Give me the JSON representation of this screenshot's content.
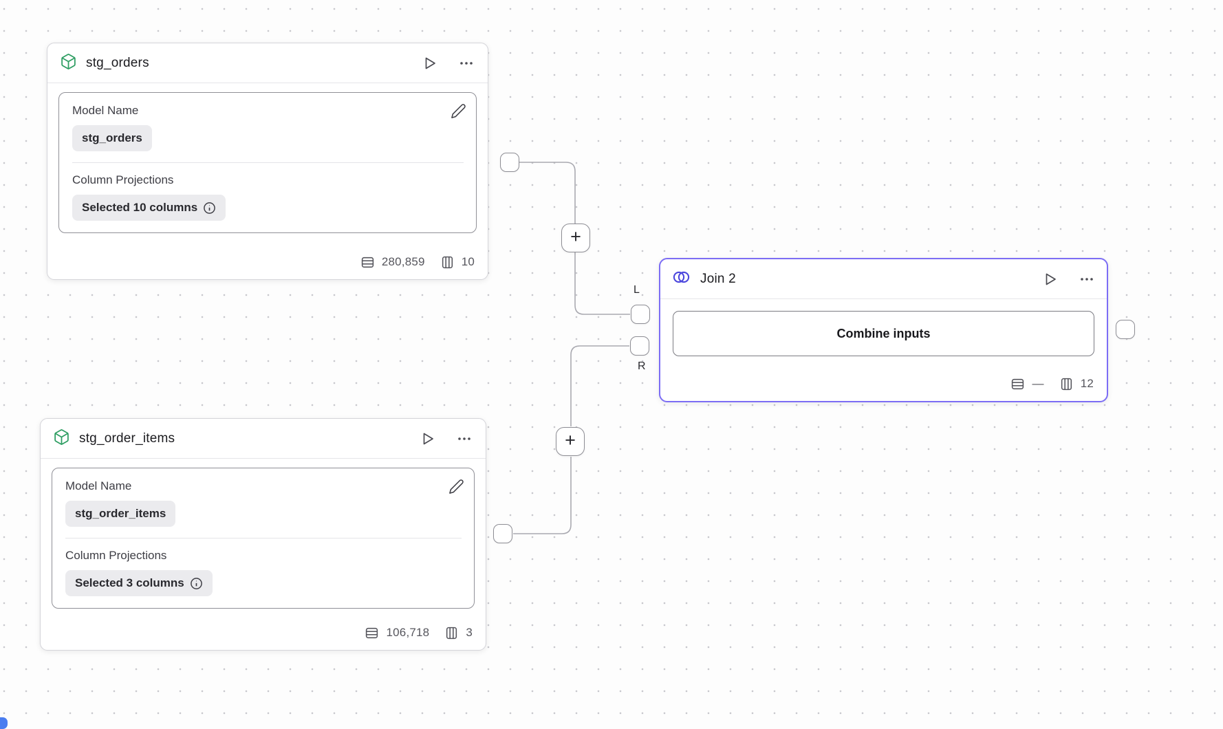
{
  "canvas": {
    "background": "#fdfdfd",
    "dot_color": "#c8c8cd",
    "wire_color": "#a9a9b0",
    "accent": "#7c6df5",
    "model_icon_color": "#2f9e63",
    "join_icon_color": "#4c47dd"
  },
  "nodes": {
    "stg_orders": {
      "title": "stg_orders",
      "fields": {
        "model_name_label": "Model Name",
        "model_name_value": "stg_orders",
        "projections_label": "Column Projections",
        "projections_value": "Selected 10 columns"
      },
      "stats": {
        "rows": "280,859",
        "columns": "10"
      }
    },
    "stg_order_items": {
      "title": "stg_order_items",
      "fields": {
        "model_name_label": "Model Name",
        "model_name_value": "stg_order_items",
        "projections_label": "Column Projections",
        "projections_value": "Selected 3 columns"
      },
      "stats": {
        "rows": "106,718",
        "columns": "3"
      }
    },
    "join_2": {
      "title": "Join 2",
      "action_label": "Combine inputs",
      "stats": {
        "rows": "—",
        "columns": "12"
      }
    }
  },
  "ports": {
    "left": "L",
    "right": "R"
  },
  "add_button": "+"
}
